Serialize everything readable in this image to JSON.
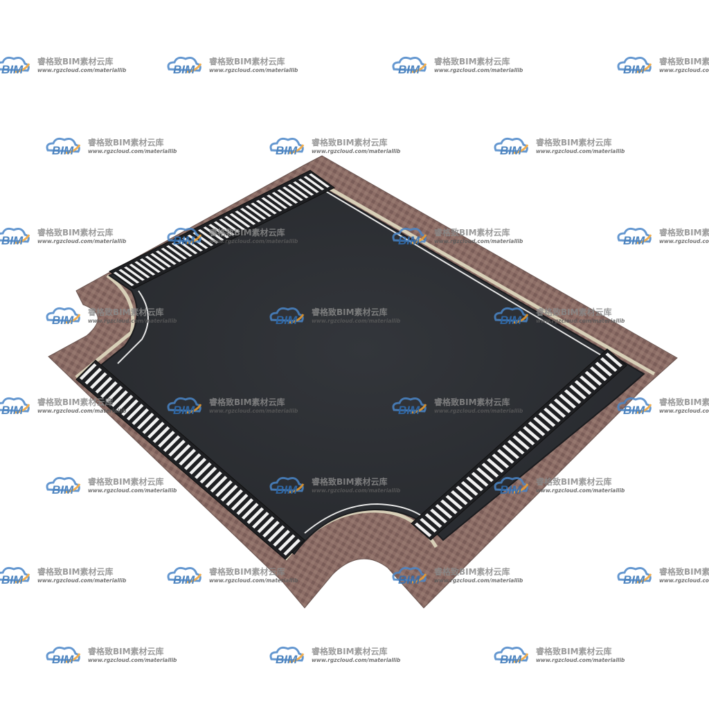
{
  "watermark": {
    "logo_text": "BIM",
    "title": "睿格致BIM素材云库",
    "url": "www.rgzcloud.com/materiallib"
  },
  "colors": {
    "asphalt": "#2b2d31",
    "paving": "#8a6a64",
    "curb": "#d8d0b8",
    "crosswalk_stripe": "#f2f2f2",
    "lane_line": "#e8e8e8",
    "logo_blue": "#4a86c8",
    "logo_orange": "#f0a030"
  }
}
